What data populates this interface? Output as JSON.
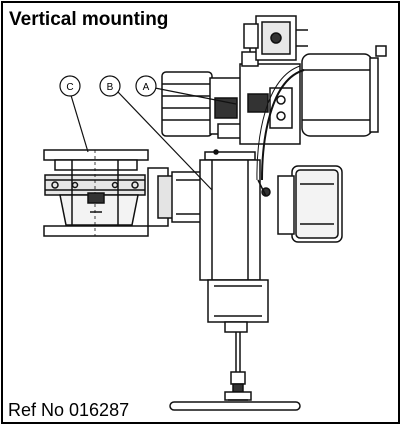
{
  "title": "Vertical mounting",
  "ref": "Ref No 016287",
  "callouts": [
    {
      "id": "c",
      "label": "C"
    },
    {
      "id": "b",
      "label": "B"
    },
    {
      "id": "a",
      "label": "A"
    }
  ]
}
